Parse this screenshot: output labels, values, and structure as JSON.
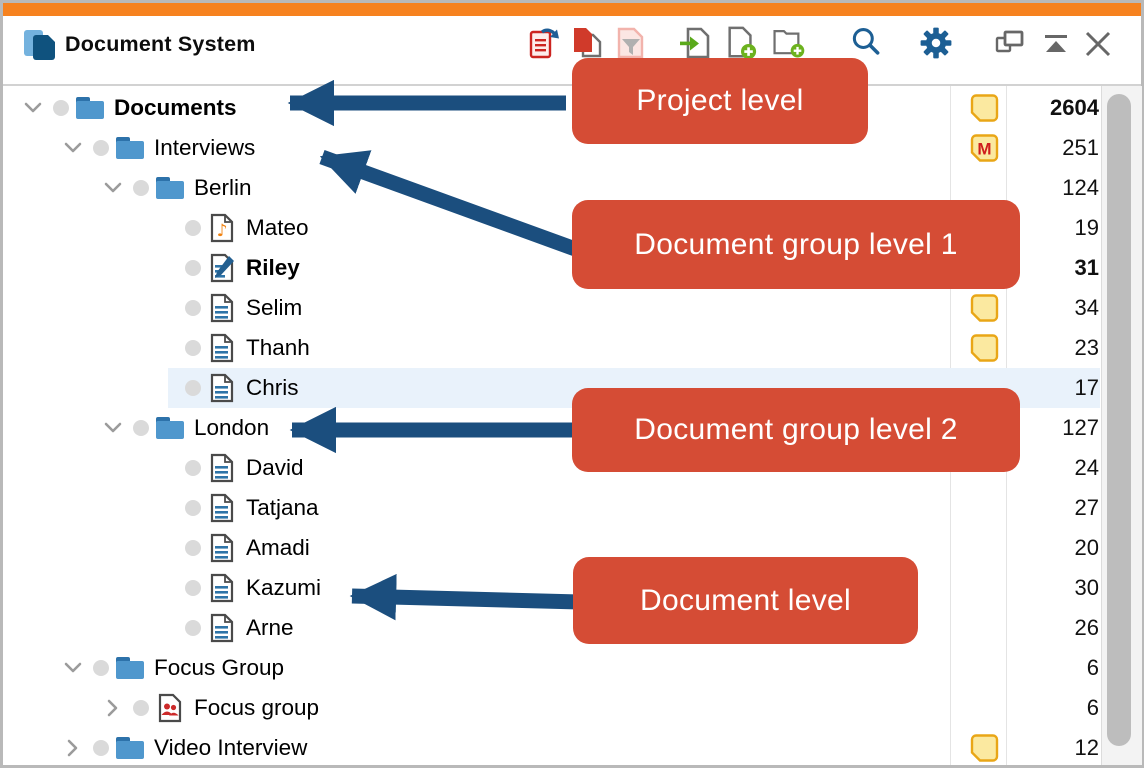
{
  "window": {
    "title": "Document System",
    "accent_color": "#f6821f",
    "arrow_color": "#1b4e7e",
    "callout_color": "#d54c35"
  },
  "toolbar": {
    "icons": [
      "reset-activations-icon",
      "activate-document-icon",
      "filter-documents-icon",
      "import-document-icon",
      "new-document-icon",
      "new-document-group-icon",
      "search-icon",
      "settings-gear-icon",
      "undock-icon",
      "collapse-icon",
      "close-icon"
    ]
  },
  "tree": {
    "rows": [
      {
        "label": "Documents",
        "level": 0,
        "chevron": "down",
        "icon": "folder",
        "bold": true,
        "memo": true,
        "memo_letter": "",
        "count": "2604",
        "count_bold": true,
        "selected": false
      },
      {
        "label": "Interviews",
        "level": 1,
        "chevron": "down",
        "icon": "folder",
        "bold": false,
        "memo": true,
        "memo_letter": "M",
        "count": "251",
        "count_bold": false,
        "selected": false
      },
      {
        "label": "Berlin",
        "level": 2,
        "chevron": "down",
        "icon": "folder",
        "bold": false,
        "memo": false,
        "memo_letter": "",
        "count": "124",
        "count_bold": false,
        "selected": false
      },
      {
        "label": "Mateo",
        "level": 3,
        "chevron": null,
        "icon": "doc-audio",
        "bold": false,
        "memo": false,
        "memo_letter": "",
        "count": "19",
        "count_bold": false,
        "selected": false
      },
      {
        "label": "Riley",
        "level": 3,
        "chevron": null,
        "icon": "doc-edit",
        "bold": true,
        "memo": false,
        "memo_letter": "",
        "count": "31",
        "count_bold": true,
        "selected": false
      },
      {
        "label": "Selim",
        "level": 3,
        "chevron": null,
        "icon": "doc",
        "bold": false,
        "memo": true,
        "memo_letter": "",
        "count": "34",
        "count_bold": false,
        "selected": false
      },
      {
        "label": "Thanh",
        "level": 3,
        "chevron": null,
        "icon": "doc",
        "bold": false,
        "memo": true,
        "memo_letter": "",
        "count": "23",
        "count_bold": false,
        "selected": false
      },
      {
        "label": "Chris",
        "level": 3,
        "chevron": null,
        "icon": "doc",
        "bold": false,
        "memo": false,
        "memo_letter": "",
        "count": "17",
        "count_bold": false,
        "selected": true
      },
      {
        "label": "London",
        "level": 2,
        "chevron": "down",
        "icon": "folder",
        "bold": false,
        "memo": false,
        "memo_letter": "",
        "count": "127",
        "count_bold": false,
        "selected": false
      },
      {
        "label": "David",
        "level": 3,
        "chevron": null,
        "icon": "doc",
        "bold": false,
        "memo": false,
        "memo_letter": "",
        "count": "24",
        "count_bold": false,
        "selected": false
      },
      {
        "label": "Tatjana",
        "level": 3,
        "chevron": null,
        "icon": "doc",
        "bold": false,
        "memo": false,
        "memo_letter": "",
        "count": "27",
        "count_bold": false,
        "selected": false
      },
      {
        "label": "Amadi",
        "level": 3,
        "chevron": null,
        "icon": "doc",
        "bold": false,
        "memo": false,
        "memo_letter": "",
        "count": "20",
        "count_bold": false,
        "selected": false
      },
      {
        "label": "Kazumi",
        "level": 3,
        "chevron": null,
        "icon": "doc",
        "bold": false,
        "memo": false,
        "memo_letter": "",
        "count": "30",
        "count_bold": false,
        "selected": false
      },
      {
        "label": "Arne",
        "level": 3,
        "chevron": null,
        "icon": "doc",
        "bold": false,
        "memo": false,
        "memo_letter": "",
        "count": "26",
        "count_bold": false,
        "selected": false
      },
      {
        "label": "Focus Group",
        "level": 1,
        "chevron": "down",
        "icon": "folder",
        "bold": false,
        "memo": false,
        "memo_letter": "",
        "count": "6",
        "count_bold": false,
        "selected": false
      },
      {
        "label": "Focus group",
        "level": 2,
        "chevron": "right",
        "icon": "doc-focus",
        "bold": false,
        "memo": false,
        "memo_letter": "",
        "count": "6",
        "count_bold": false,
        "selected": false
      },
      {
        "label": "Video Interview",
        "level": 1,
        "chevron": "right",
        "icon": "folder",
        "bold": false,
        "memo": true,
        "memo_letter": "",
        "count": "12",
        "count_bold": false,
        "selected": false
      }
    ]
  },
  "callouts": [
    {
      "label": "Project level"
    },
    {
      "label": "Document group level 1"
    },
    {
      "label": "Document group level 2"
    },
    {
      "label": "Document level"
    }
  ]
}
